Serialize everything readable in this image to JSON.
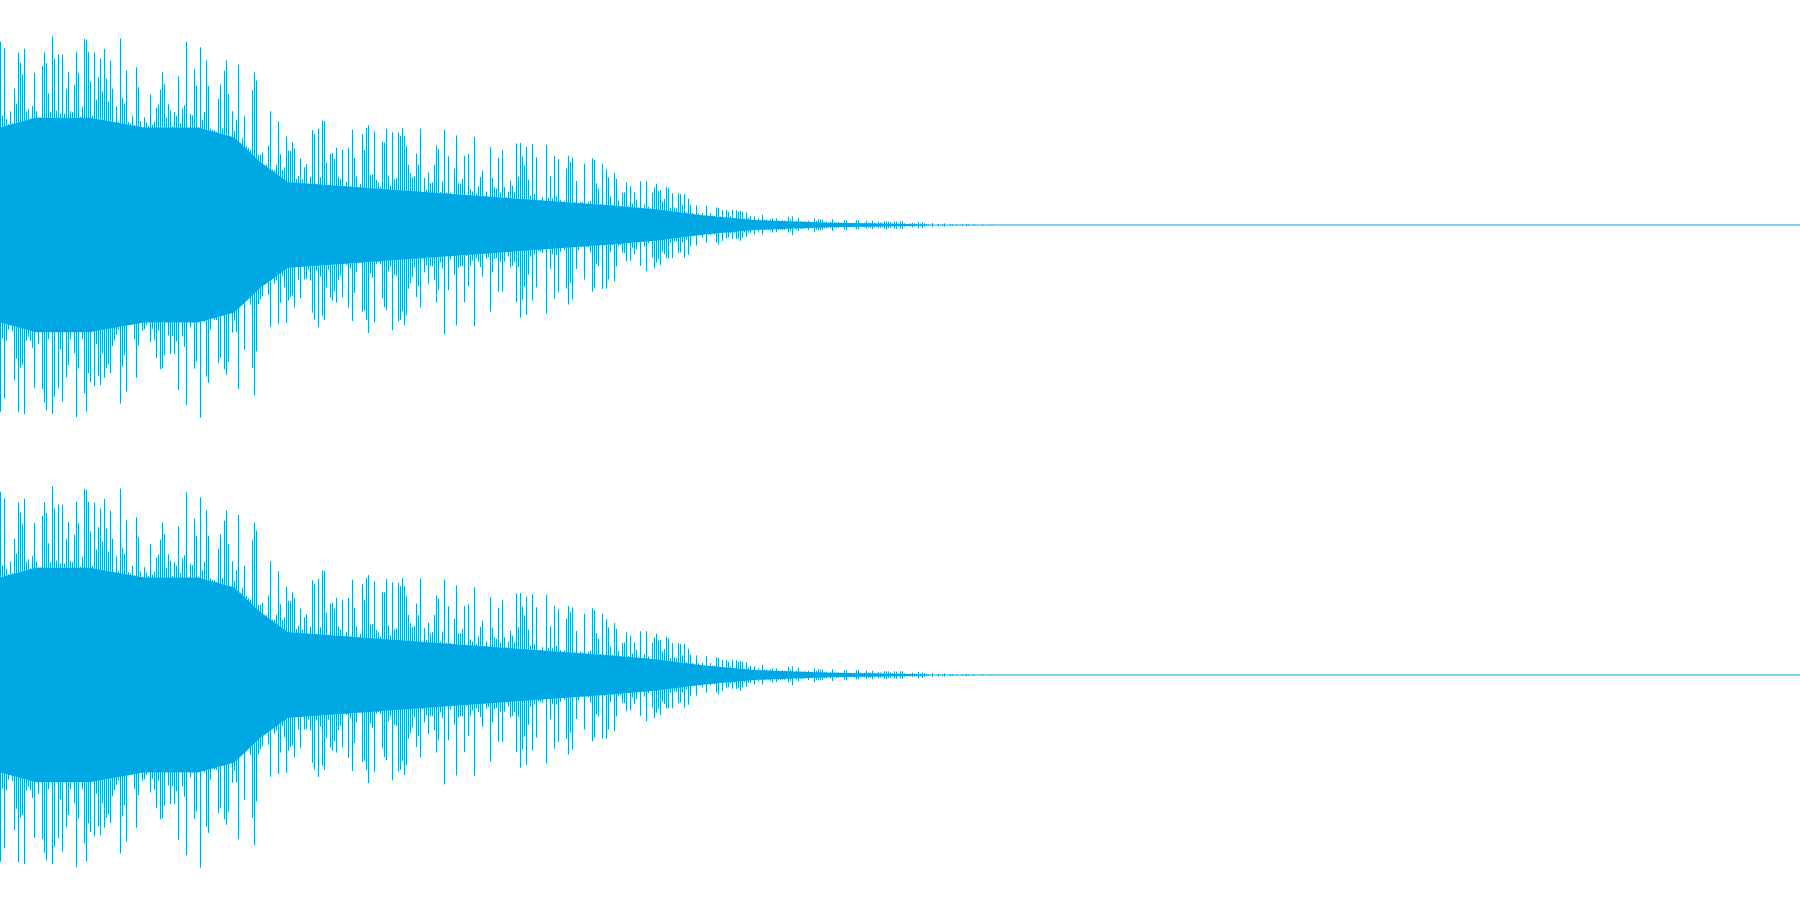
{
  "colors": {
    "background": "#ffffff",
    "waveform": "#00a8e3"
  },
  "chart_data": {
    "type": "area",
    "title": "",
    "xlabel": "",
    "ylabel": "",
    "grid": false,
    "legend": "none",
    "x_domain": [
      0,
      1
    ],
    "y_domain": [
      -1,
      1
    ],
    "envelope_x": [
      0,
      0.02,
      0.05,
      0.08,
      0.11,
      0.13,
      0.145,
      0.16,
      0.19,
      0.22,
      0.25,
      0.28,
      0.31,
      0.34,
      0.365,
      0.39,
      0.42,
      0.46,
      0.5,
      0.53,
      0.56,
      1.0
    ],
    "envelope_peak": [
      1.0,
      0.97,
      0.97,
      0.95,
      0.95,
      0.92,
      0.75,
      0.55,
      0.55,
      0.5,
      0.5,
      0.43,
      0.42,
      0.32,
      0.23,
      0.12,
      0.06,
      0.03,
      0.02,
      0.01,
      0.0,
      0.0
    ],
    "envelope_rms": [
      0.5,
      0.55,
      0.55,
      0.5,
      0.5,
      0.45,
      0.32,
      0.22,
      0.2,
      0.18,
      0.16,
      0.14,
      0.12,
      0.1,
      0.08,
      0.05,
      0.025,
      0.012,
      0.006,
      0.0,
      0.0,
      0.0
    ],
    "series": [
      {
        "channel": 1
      },
      {
        "channel": 2
      }
    ]
  }
}
